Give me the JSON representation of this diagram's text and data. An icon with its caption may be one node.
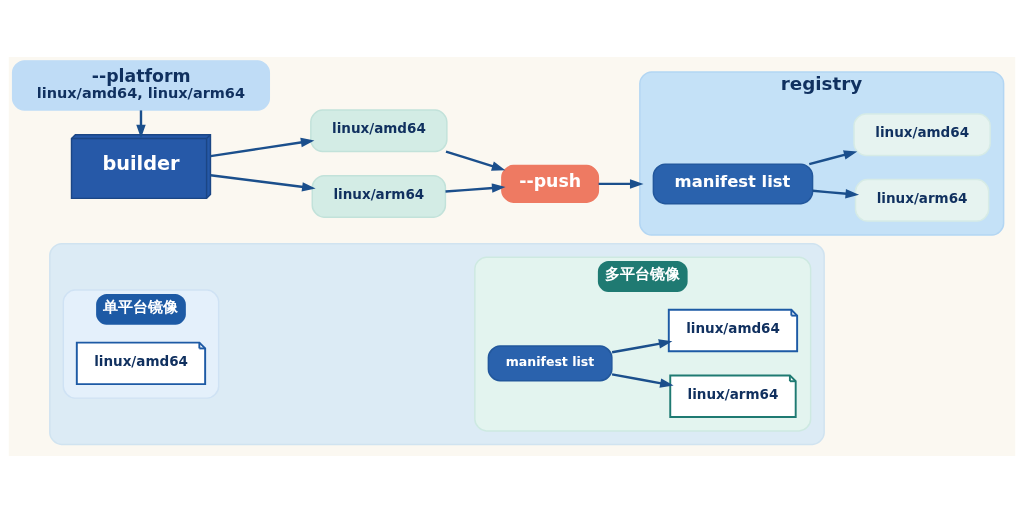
{
  "diagram": {
    "nodes": [
      {
        "text": [
          "--platform",
          "linux/amd64, linux/arm64"
        ]
      },
      {
        "text": [
          "builder"
        ]
      },
      {
        "text": [
          "linux/amd64"
        ]
      },
      {
        "text": [
          "linux/arm64"
        ]
      },
      {
        "text": [
          "--push"
        ]
      },
      {
        "text": [
          "registry"
        ]
      },
      {
        "text": [
          "manifest list"
        ],
        "in": 5
      },
      {
        "text": [
          "linux/amd64"
        ],
        "in": 5
      },
      {
        "text": [
          "linux/arm64"
        ],
        "in": 5
      },
      {
        "text": [],
        "shape": "box"
      },
      {
        "text": [
          "单平台镜像"
        ],
        "in": 9
      },
      {
        "text": [
          "linux/amd64"
        ],
        "in": 10
      },
      {
        "text": [
          "多平台镜像"
        ],
        "in": 9
      },
      {
        "text": [
          "manifest list"
        ],
        "in": 12
      },
      {
        "text": [
          "linux/amd64"
        ],
        "in": 12
      },
      {
        "text": [
          "linux/arm64"
        ],
        "in": 12
      }
    ],
    "edges": [
      {
        "from": 0,
        "to": 1,
        "arrow": "to"
      },
      {
        "from": 1,
        "to": 2,
        "arrow": "to"
      },
      {
        "from": 1,
        "to": 3,
        "arrow": "to"
      },
      {
        "from": 2,
        "to": 4,
        "arrow": "to"
      },
      {
        "from": 3,
        "to": 4,
        "arrow": "to"
      },
      {
        "from": 4,
        "to": 5,
        "arrow": "to"
      },
      {
        "from": 6,
        "to": 7,
        "arrow": "to"
      },
      {
        "from": 6,
        "to": 8,
        "arrow": "to"
      },
      {
        "from": 13,
        "to": 14,
        "arrow": "to"
      },
      {
        "from": 13,
        "to": 15,
        "arrow": "to"
      }
    ]
  }
}
